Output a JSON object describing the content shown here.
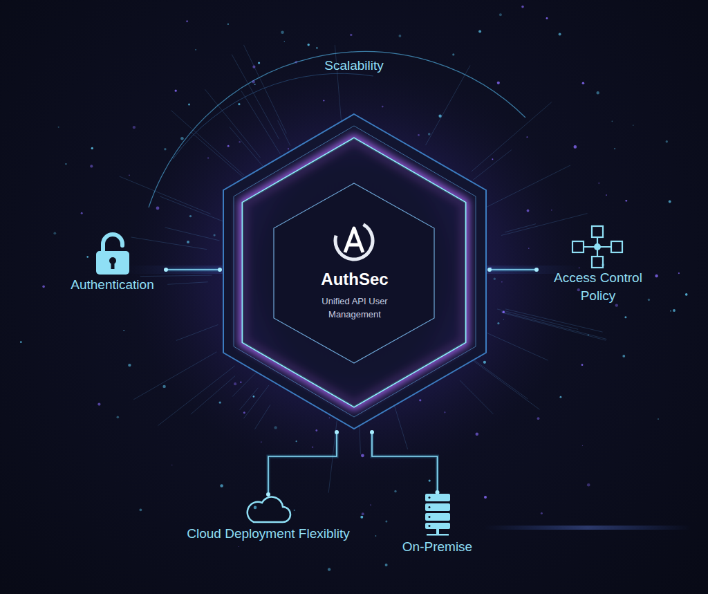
{
  "diagram": {
    "nodes": [
      {
        "text": [
          "AuthSec",
          "Unified API User Management"
        ]
      },
      {
        "text": [
          "Authentication"
        ]
      },
      {
        "text": [
          "Access Control Policy"
        ]
      },
      {
        "text": [
          "Cloud Deployment Flexiblity"
        ]
      },
      {
        "text": [
          "On-Premise"
        ]
      }
    ],
    "edges": [
      {
        "from": 0,
        "to": 1,
        "arrow": "none"
      },
      {
        "from": 0,
        "to": 2,
        "arrow": "none"
      },
      {
        "from": 0,
        "to": 3,
        "arrow": "none"
      },
      {
        "from": 0,
        "to": 4,
        "arrow": "none"
      }
    ],
    "labels": [
      "Scalability"
    ]
  }
}
